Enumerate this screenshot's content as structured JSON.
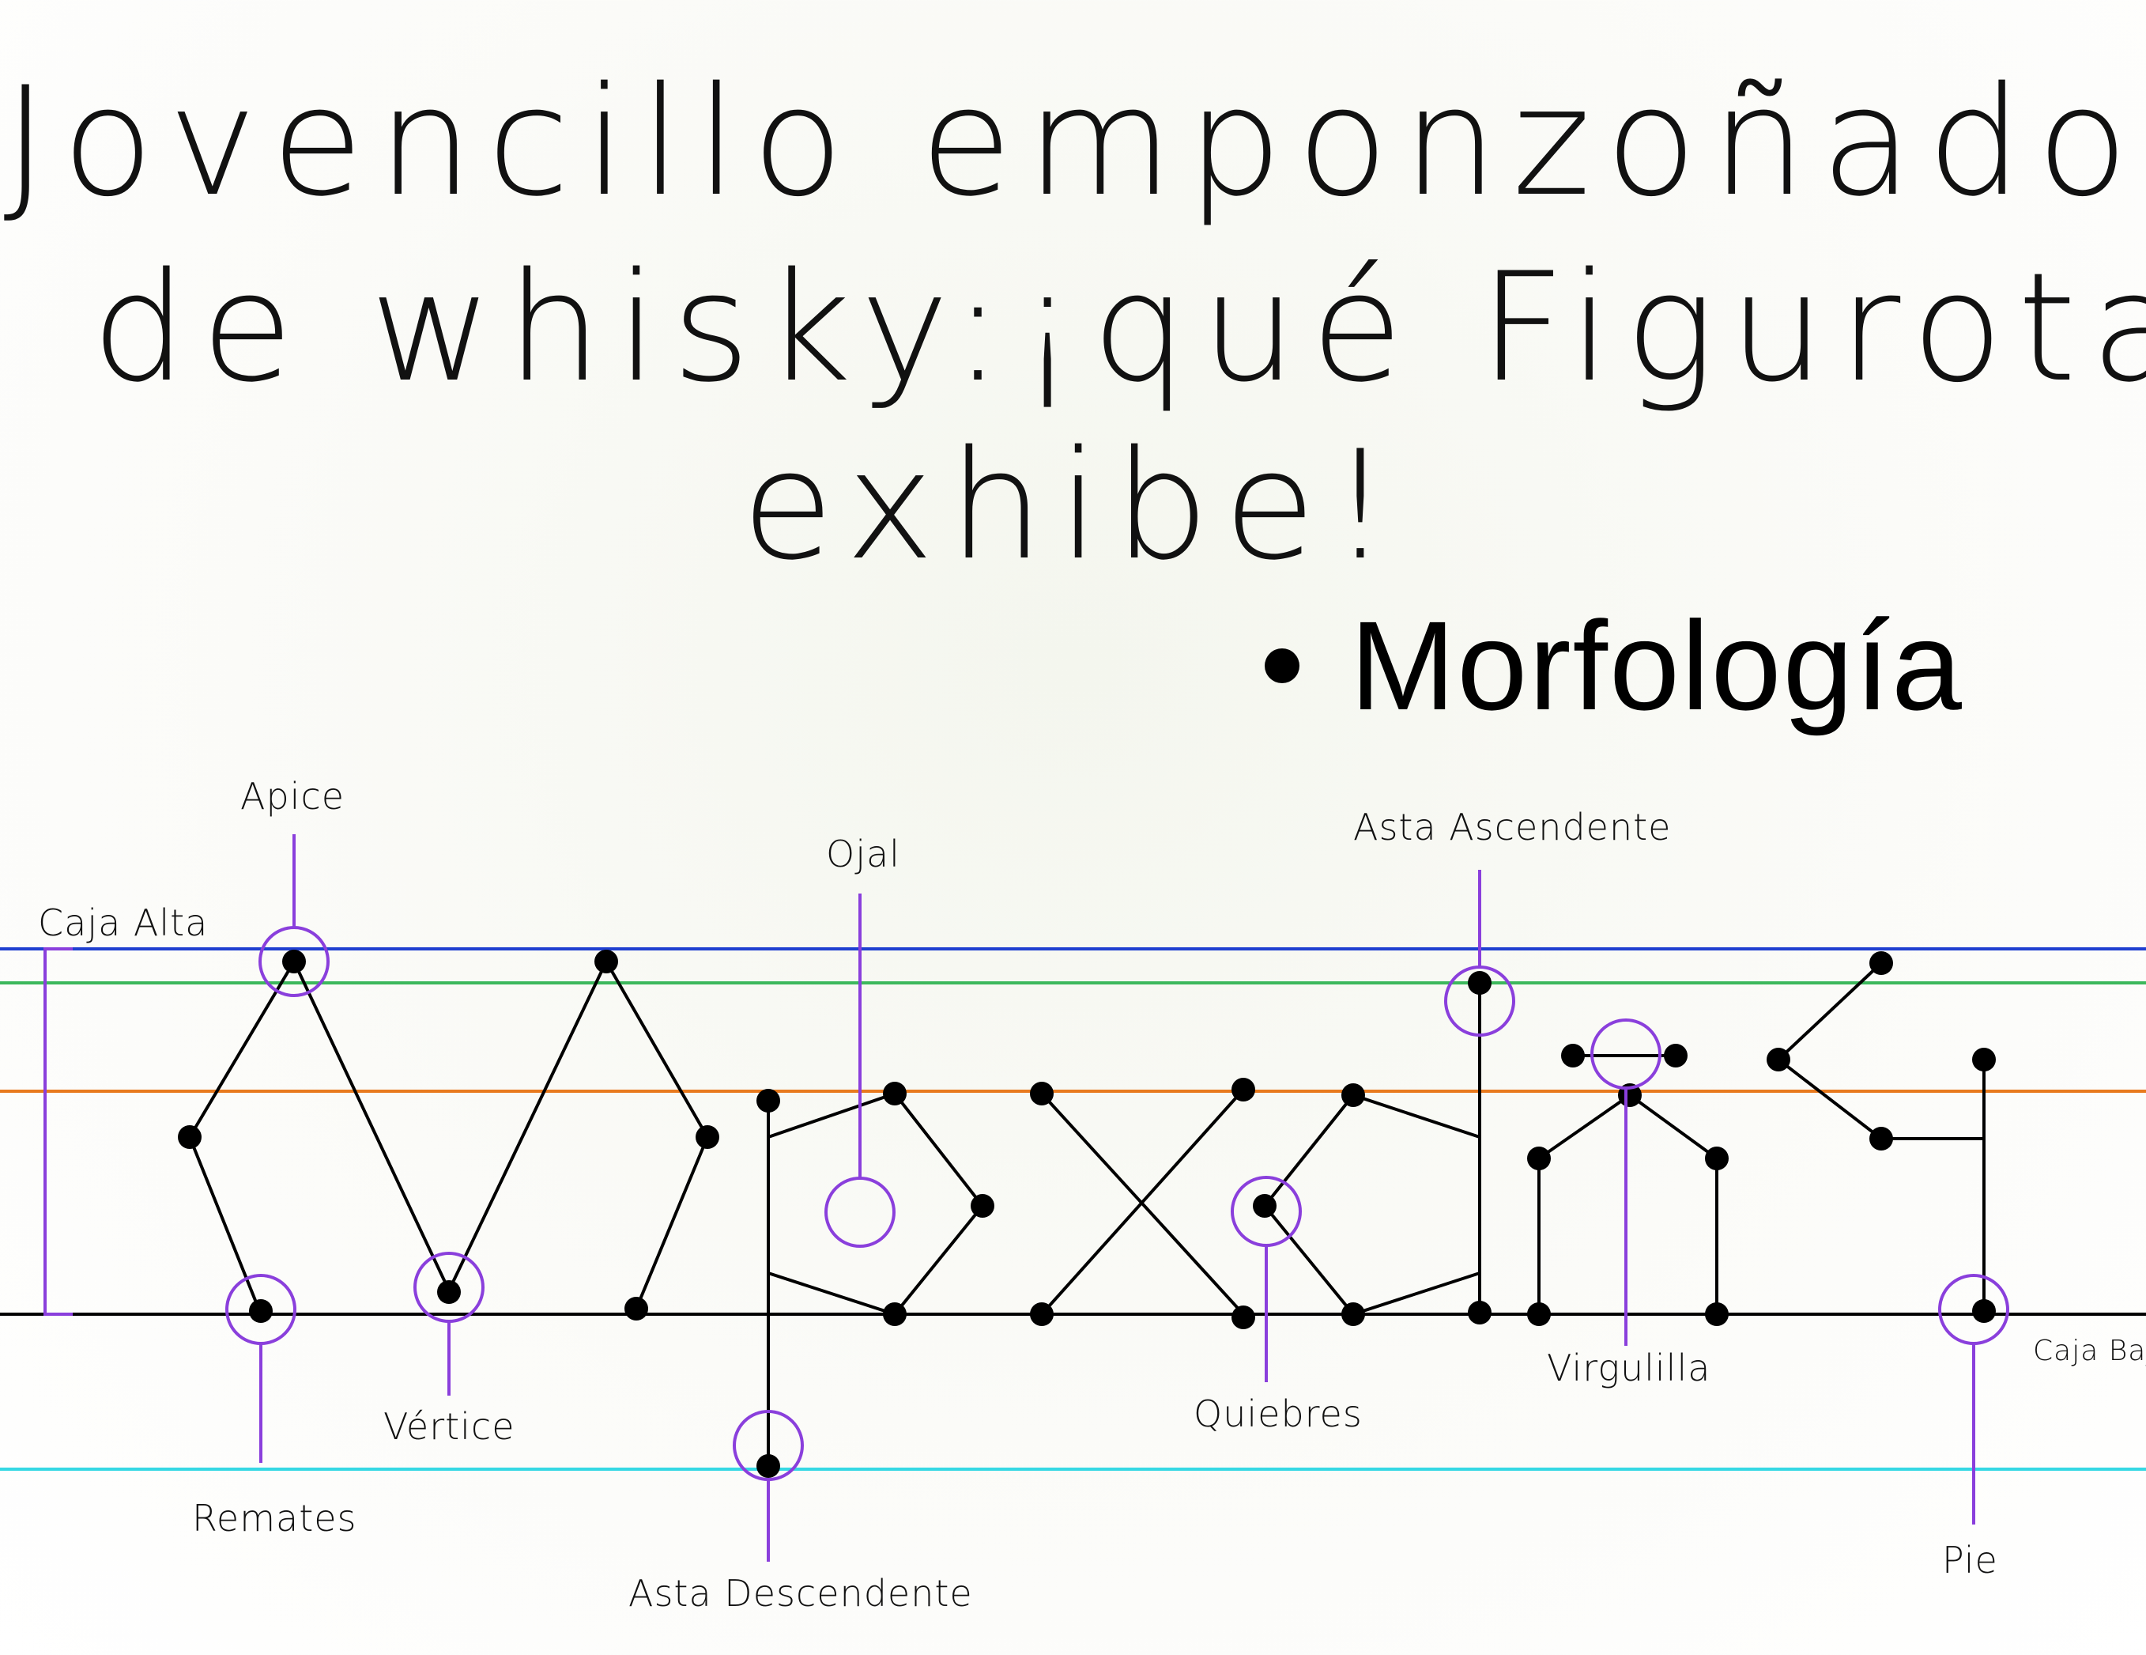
{
  "title": {
    "line1": "Jovencillo emponzoñado",
    "line2": "de whisky:¡qué Figurota",
    "line3": "exhibe!"
  },
  "heading": "Morfología",
  "annotations": {
    "caja_alta": "Caja Alta",
    "apice": "Apice",
    "ojal": "Ojal",
    "asta_ascendente": "Asta Ascendente",
    "remates": "Remates",
    "vertice": "Vértice",
    "asta_descendente": "Asta Descendente",
    "quiebres": "Quiebres",
    "virgulilla": "Virgulilla",
    "pie": "Pie",
    "caja_baja": "Caja Baja"
  },
  "colors": {
    "cap_line": "#1f3fd0",
    "ascender_line": "#3cb85c",
    "x_height_line": "#e87a1e",
    "baseline": "#000000",
    "descender_line": "#35d8e4",
    "annotation": "#8a3fdc"
  }
}
